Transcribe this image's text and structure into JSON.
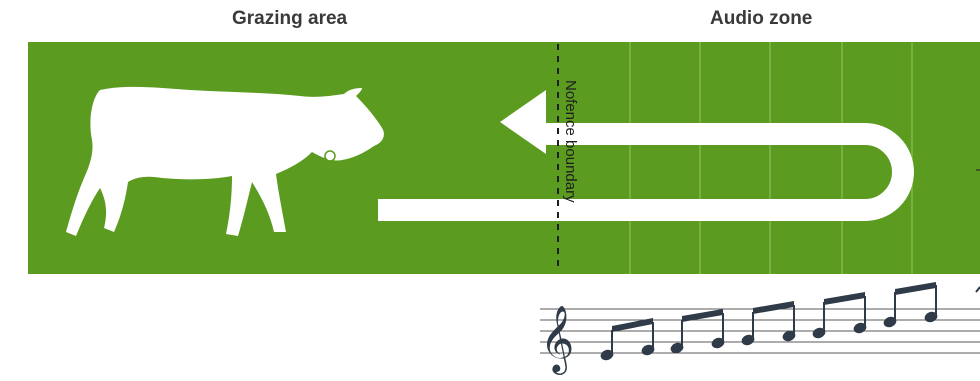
{
  "labels": {
    "grazing_area": "Grazing area",
    "audio_zone": "Audio zone",
    "boundary": "Nofence boundary"
  },
  "colors": {
    "field": "#5b9b1f",
    "zone_lines": "#8cbf5a",
    "arrow": "#ffffff",
    "cow": "#ffffff",
    "staff": "#4a4a4a",
    "notes": "#2f3b48"
  },
  "icons": {
    "animal": "cow-icon",
    "clef": "treble-clef-icon",
    "notes": "eighth-note-pairs-icon"
  }
}
